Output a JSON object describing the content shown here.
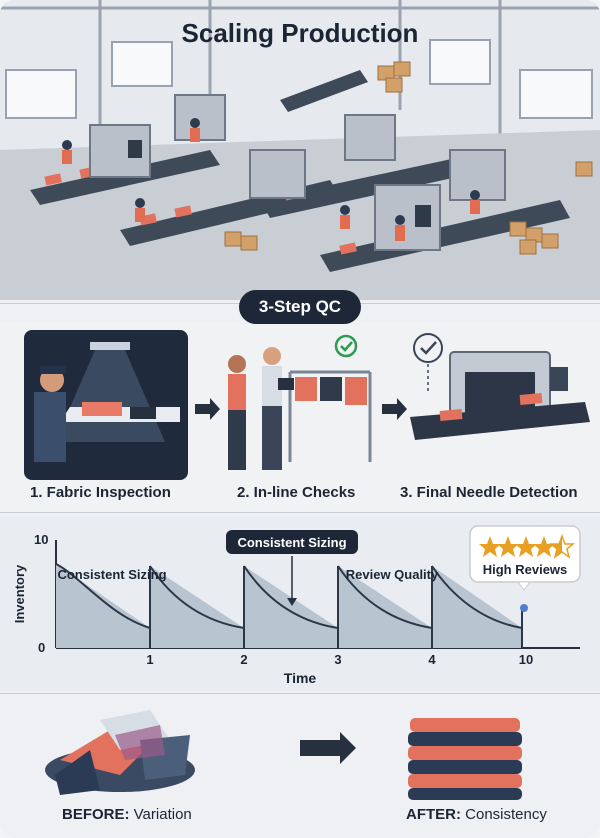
{
  "title": "Scaling Production",
  "qc": {
    "badge": "3-Step QC",
    "steps": [
      {
        "label": "1. Fabric Inspection"
      },
      {
        "label": "2. In-line Checks"
      },
      {
        "label": "3. Final Needle Detection"
      }
    ]
  },
  "chart_data": {
    "type": "area",
    "ylabel": "Inventory",
    "xlabel": "Time",
    "y_ticks": [
      "0",
      "10"
    ],
    "x_ticks": [
      "1",
      "2",
      "3",
      "4",
      "10"
    ],
    "annotations": {
      "first_sawtooth": "Consistent Sizing",
      "callout_top": "Consistent Sizing",
      "fourth_sawtooth": "Review Quality",
      "end_badge": "High Reviews"
    },
    "rating_stars": 4.5
  },
  "bottom": {
    "before_bold": "BEFORE:",
    "before_rest": " Variation",
    "after_bold": "AFTER:",
    "after_rest": " Consistency"
  }
}
